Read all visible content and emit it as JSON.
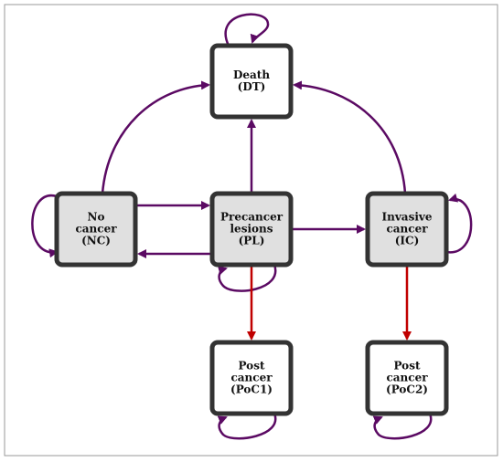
{
  "states": [
    {
      "id": "dt",
      "lines": [
        "Death",
        "(DT)"
      ],
      "fill": "#ffffff"
    },
    {
      "id": "nc",
      "lines": [
        "No",
        "cancer",
        "(NC)"
      ],
      "fill": "#e0e0e0"
    },
    {
      "id": "pl",
      "lines": [
        "Precancer",
        "lesions",
        "(PL)"
      ],
      "fill": "#e0e0e0"
    },
    {
      "id": "ic",
      "lines": [
        "Invasive",
        "cancer",
        "(IC)"
      ],
      "fill": "#e0e0e0"
    },
    {
      "id": "poc1",
      "lines": [
        "Post",
        "cancer",
        "(PoC1)"
      ],
      "fill": "#ffffff"
    },
    {
      "id": "poc2",
      "lines": [
        "Post",
        "cancer",
        "(PoC2)"
      ],
      "fill": "#ffffff"
    }
  ],
  "transitions": [
    {
      "from": "dt",
      "to": "dt",
      "color": "purple"
    },
    {
      "from": "nc",
      "to": "nc",
      "color": "purple"
    },
    {
      "from": "pl",
      "to": "pl",
      "color": "purple"
    },
    {
      "from": "ic",
      "to": "ic",
      "color": "purple"
    },
    {
      "from": "poc1",
      "to": "poc1",
      "color": "purple"
    },
    {
      "from": "poc2",
      "to": "poc2",
      "color": "purple"
    },
    {
      "from": "nc",
      "to": "dt",
      "color": "purple"
    },
    {
      "from": "ic",
      "to": "dt",
      "color": "purple"
    },
    {
      "from": "pl",
      "to": "dt",
      "color": "purple"
    },
    {
      "from": "nc",
      "to": "pl",
      "color": "purple"
    },
    {
      "from": "pl",
      "to": "nc",
      "color": "purple"
    },
    {
      "from": "pl",
      "to": "ic",
      "color": "purple"
    },
    {
      "from": "pl",
      "to": "poc1",
      "color": "red"
    },
    {
      "from": "ic",
      "to": "poc2",
      "color": "red"
    }
  ],
  "colors": {
    "purple": "#5b0a63",
    "red": "#c00000",
    "border": "#333333",
    "frame": "#999999"
  }
}
